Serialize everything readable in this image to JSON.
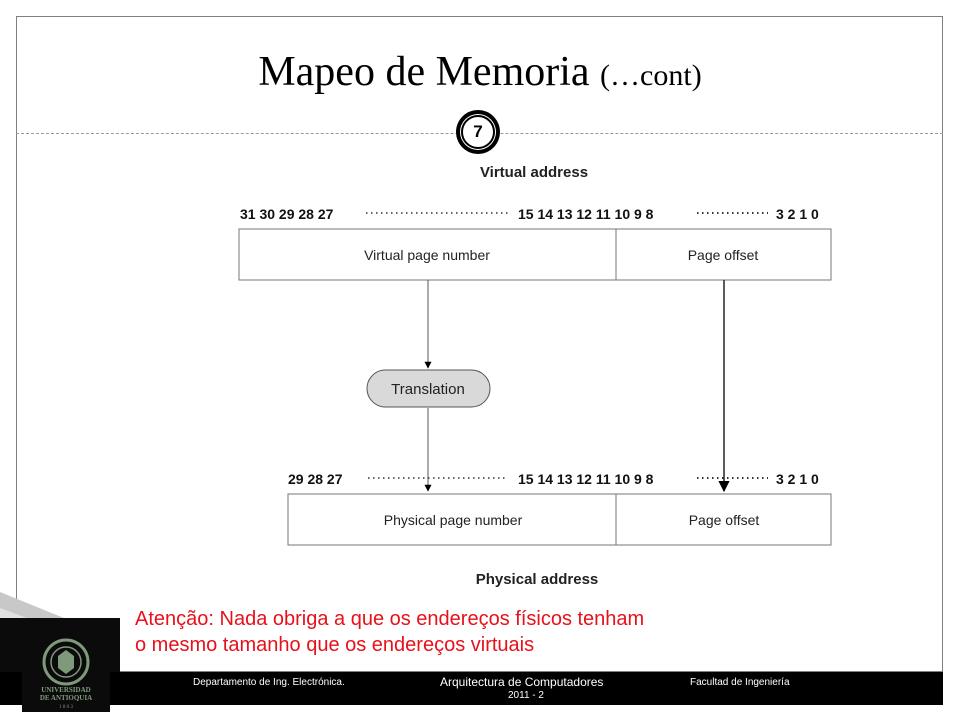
{
  "slide": {
    "title": "Mapeo de Memoria",
    "title_suffix": "(…cont)",
    "page_number": "7"
  },
  "diagram": {
    "virtual_label": "Virtual address",
    "physical_label": "Physical address",
    "virtual_bits_left": "31 30 29 28 27",
    "physical_bits_left": "29 28 27",
    "bits_middle_a": "15 14 13",
    "bits_middle_12": "12",
    "bits_middle_b": "11 10 9 8",
    "bits_right": "3 2 1 0",
    "virtual_page_number": "Virtual page number",
    "physical_page_number": "Physical page number",
    "page_offset": "Page offset",
    "translation": "Translation"
  },
  "note": {
    "line1": "Atenção: Nada obriga a que os endereços físicos tenham",
    "line2": "o mesmo tamanho que os endereços virtuais"
  },
  "footer": {
    "department": "Departamento de Ing. Electrónica.",
    "course": "Arquitectura de Computadores",
    "term": "2011 - 2",
    "faculty": "Facultad de Ingeniería"
  },
  "logo": {
    "line1": "UNIVERSIDAD",
    "line2": "DE ANTIOQUIA",
    "line3": "1 8 0 3"
  },
  "colors": {
    "note_text": "#e8101a",
    "footer_bg": "#000000",
    "translation_fill": "#d9d9d9",
    "logo_green": "#7f9a7a"
  }
}
